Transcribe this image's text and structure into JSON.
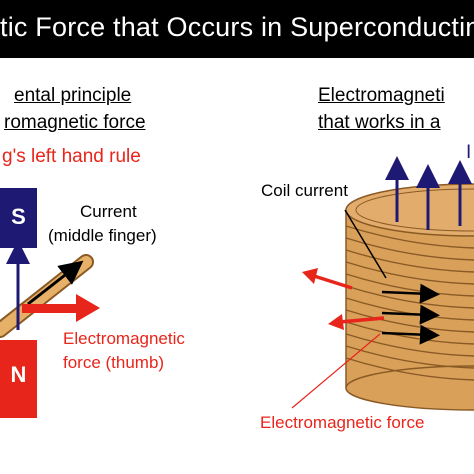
{
  "title": "tic Force that Occurs in Superconducting",
  "left": {
    "header_line1": "ental principle",
    "header_line2": "romagnetic force",
    "rule": "g's left hand rule",
    "current_line1": "Current",
    "current_line2": "(middle finger)",
    "force_line1": "Electromagnetic",
    "force_line2": "force (thumb)",
    "magnet_top": "S",
    "magnet_bottom": "N"
  },
  "right": {
    "header_line1": "Electromagneti",
    "header_line2": "that works in a",
    "top_right_label": "I",
    "coil_current": "Coil current",
    "force_label": "Electromagnetic force"
  },
  "colors": {
    "red": "#e8251b",
    "navy": "#1e1a73",
    "coil": "#d9a05a",
    "coil_line": "#8a5a25",
    "wire": "#e6b068"
  }
}
